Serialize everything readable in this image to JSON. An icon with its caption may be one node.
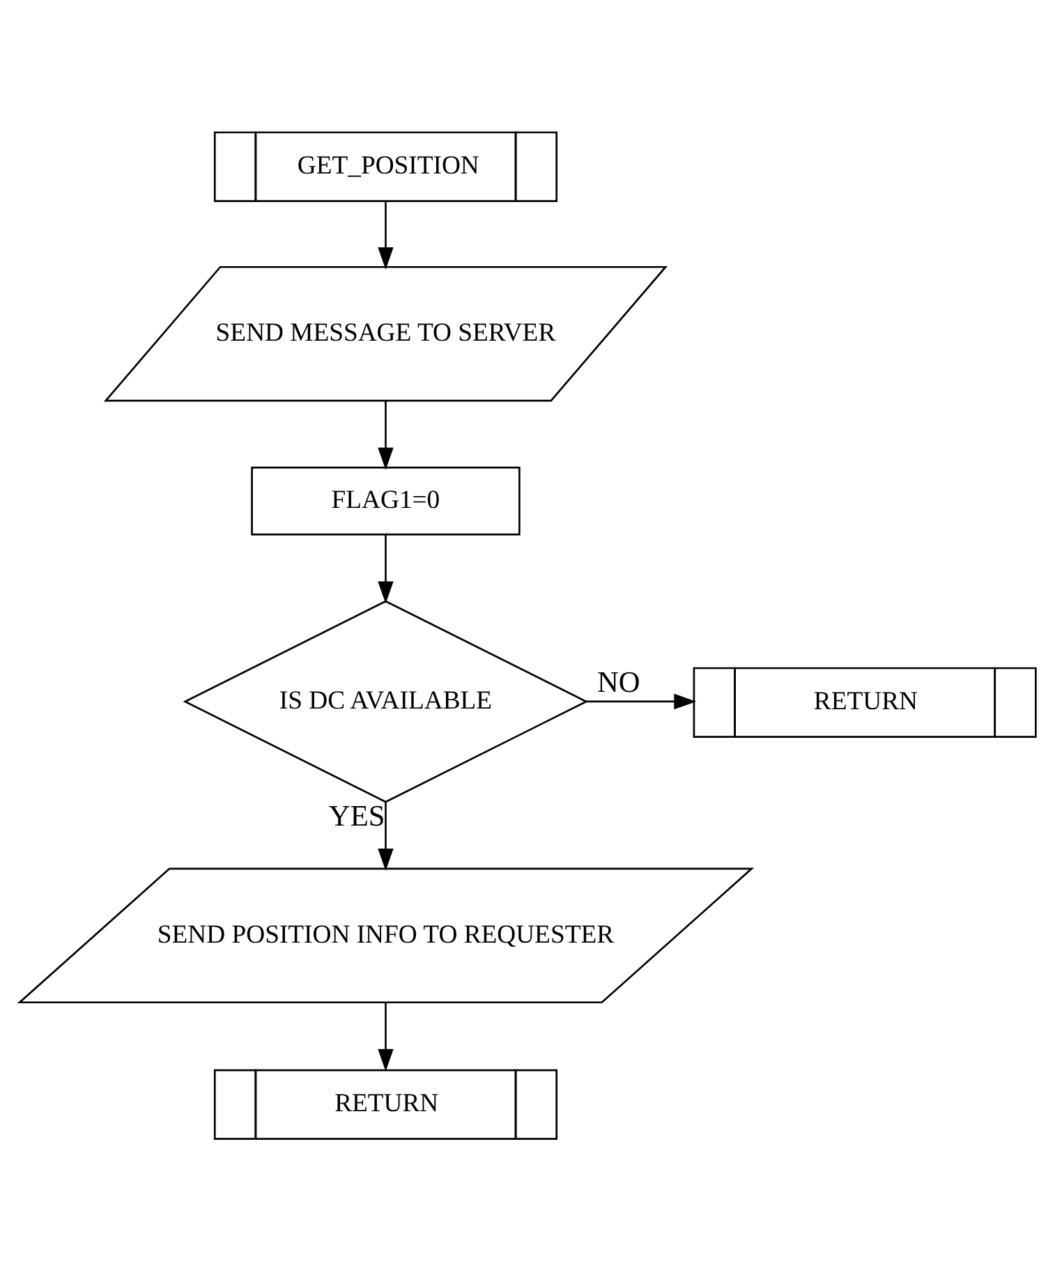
{
  "diagram": {
    "nodes": [
      {
        "text": [
          "GET_POSITION"
        ]
      },
      {
        "text": [
          "SEND MESSAGE TO SERVER"
        ]
      },
      {
        "text": [
          "FLAG1=0"
        ]
      },
      {
        "text": [
          "IS DC AVAILABLE"
        ]
      },
      {
        "text": [
          "RETURN"
        ]
      },
      {
        "text": [
          "SEND POSITION INFO TO REQUESTER"
        ]
      },
      {
        "text": [
          "RETURN"
        ]
      }
    ],
    "edges": [
      {
        "from": 0,
        "to": 1,
        "arrow": "to"
      },
      {
        "from": 1,
        "to": 2,
        "arrow": "to"
      },
      {
        "from": 2,
        "to": 3,
        "arrow": "to"
      },
      {
        "from": 3,
        "to": 4,
        "arrow": "to",
        "label": "NO"
      },
      {
        "from": 3,
        "to": 5,
        "arrow": "to",
        "label": "YES"
      },
      {
        "from": 5,
        "to": 6,
        "arrow": "to"
      }
    ]
  }
}
